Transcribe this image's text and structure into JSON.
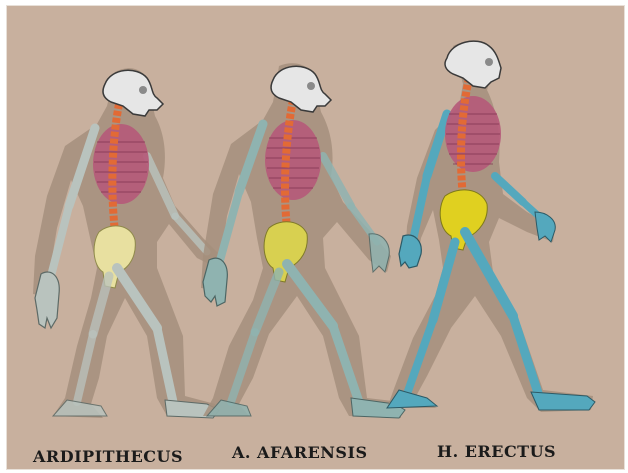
{
  "figure": {
    "labels": [
      "ARDIPITHECUS",
      "A. AFARENSIS",
      "H. ERECTUS"
    ],
    "colors": {
      "background": "#c8b09e",
      "body_shadow": "#a58f7c",
      "ardipithecus_bones": "#b9c3be",
      "afarensis_bones": "#8fb3b0",
      "erectus_bones": "#54a8bd",
      "skull": "#e6e6e6",
      "ribcage": "#b55a7a",
      "spine": "#e26a35",
      "pelvis_ardipithecus": "#e8e0a0",
      "pelvis_afarensis": "#d8d050",
      "pelvis_erectus": "#e0d020"
    }
  }
}
